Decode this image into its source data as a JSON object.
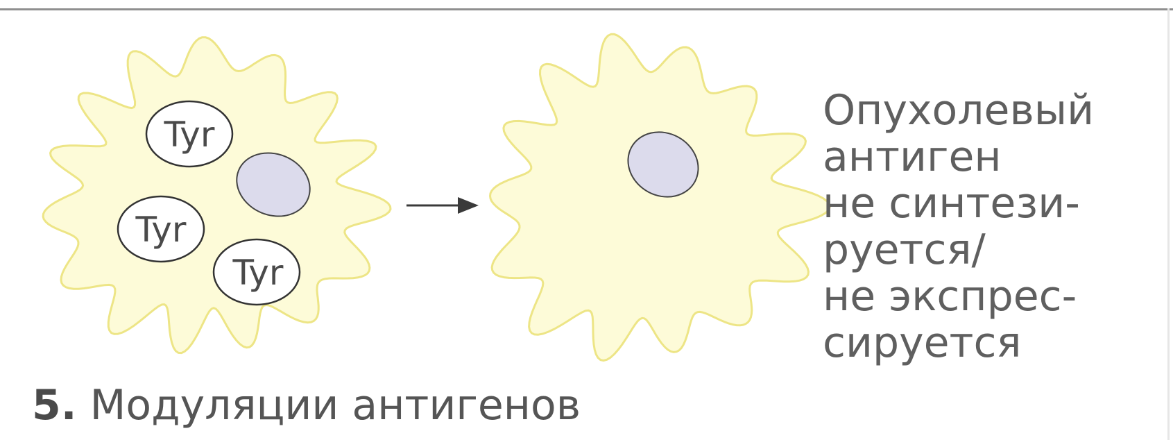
{
  "colors": {
    "cell_fill": "#fdfbd8",
    "cell_outline": "#ede586",
    "nucleus_fill": "#dcdbec",
    "nucleus_outline": "#444444",
    "vesicle_fill": "#ffffff",
    "text": "#555555",
    "arrow": "#3a3a3a"
  },
  "diagram": {
    "vesicle_label": "Tyr",
    "vesicle_count": 3,
    "arrow_icon": "right-arrow-icon"
  },
  "caption": {
    "lines": [
      "Опухолевый",
      "антиген",
      "не синтези-",
      "руется/",
      "не экспрес-",
      "сируется"
    ]
  },
  "title": {
    "number": "5.",
    "text": " Модуляции антигенов"
  }
}
